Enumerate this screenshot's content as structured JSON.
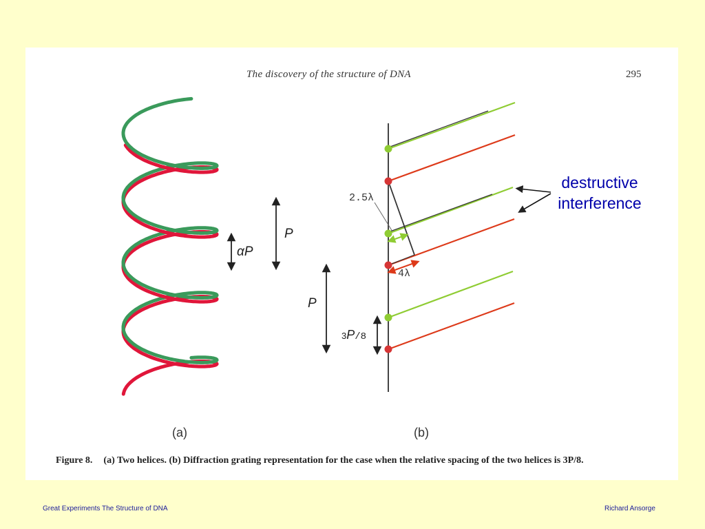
{
  "page": {
    "running_title": "The discovery of the structure of DNA",
    "page_number": "295"
  },
  "figure": {
    "panel_a_label": "(a)",
    "panel_b_label": "(b)",
    "alpha_p_label": "αP",
    "pitch_label": "P",
    "pitch_label_b": "P",
    "offset_label_num": "3",
    "offset_label_p": "P",
    "offset_label_den": "/8",
    "path_diff_1": "2.5λ",
    "path_diff_2": "4λ",
    "colors": {
      "green_helix": "#3a9a5b",
      "red_helix": "#e0163a",
      "green_ray": "#8fcc33",
      "red_ray": "#dd3a1a",
      "grating_line": "#444444",
      "annotation": "#0000aa"
    }
  },
  "caption": {
    "figure_no": "Figure 8.",
    "text": "(a) Two helices. (b) Diffraction grating representation for the case when the relative spacing of the two helices is 3P/8."
  },
  "annotation": {
    "line1": "destructive",
    "line2": "interference"
  },
  "footer": {
    "left": "Great Experiments The Structure of DNA",
    "right": "Richard Ansorge"
  }
}
